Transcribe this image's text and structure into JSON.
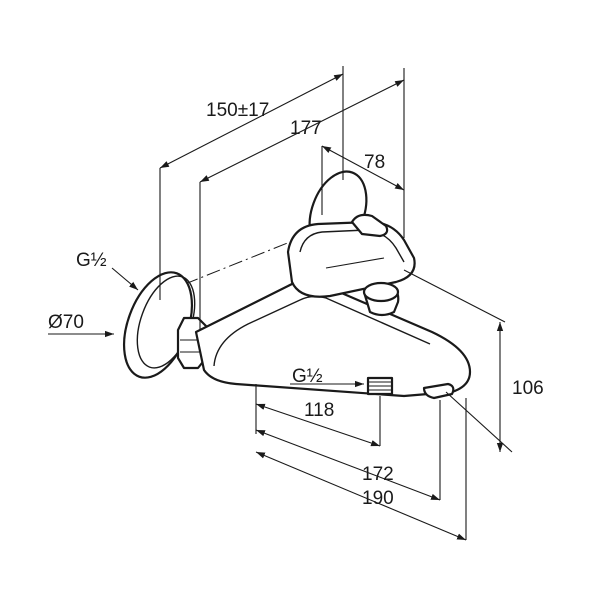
{
  "colors": {
    "line": "#1a1a1a",
    "background": "#ffffff"
  },
  "dimensions": {
    "connection_thread_wall": "G½",
    "rosette_diameter": "Ø70",
    "centre_distance": "150±17",
    "projection_body": "177",
    "lever_depth": "78",
    "height": "106",
    "outlet_thread": "G½",
    "spout_outlet_distance": "118",
    "total_length_outlet": "172",
    "total_length": "190"
  }
}
